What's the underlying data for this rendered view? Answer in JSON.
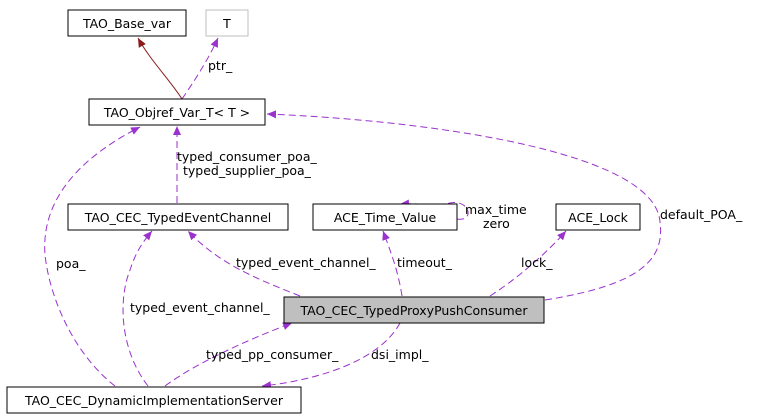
{
  "colors": {
    "inheritance_edge": "#8b1a1a",
    "usage_edge": "#9a32cd",
    "focus_node_fill": "#bfbfbf"
  },
  "nodes": {
    "base_var": "TAO_Base_var",
    "t_param": "T",
    "objref_var": "TAO_Objref_Var_T< T >",
    "typed_event_channel": "TAO_CEC_TypedEventChannel",
    "time_value": "ACE_Time_Value",
    "ace_lock": "ACE_Lock",
    "proxy_push_consumer": "TAO_CEC_TypedProxyPushConsumer",
    "dynamic_impl_server": "TAO_CEC_DynamicImplementationServer"
  },
  "edge_labels": {
    "ptr": "ptr_",
    "typed_consumer_poa": "typed_consumer_poa_",
    "typed_supplier_poa": "typed_supplier_poa_",
    "max_time": "max_time",
    "zero": "zero",
    "default_poa": "default_POA_",
    "poa": "poa_",
    "typed_event_channel_1": "typed_event_channel_",
    "typed_event_channel_2": "typed_event_channel_",
    "timeout": "timeout_",
    "lock": "lock_",
    "typed_pp_consumer": "typed_pp_consumer_",
    "dsi_impl": "dsi_impl_"
  }
}
